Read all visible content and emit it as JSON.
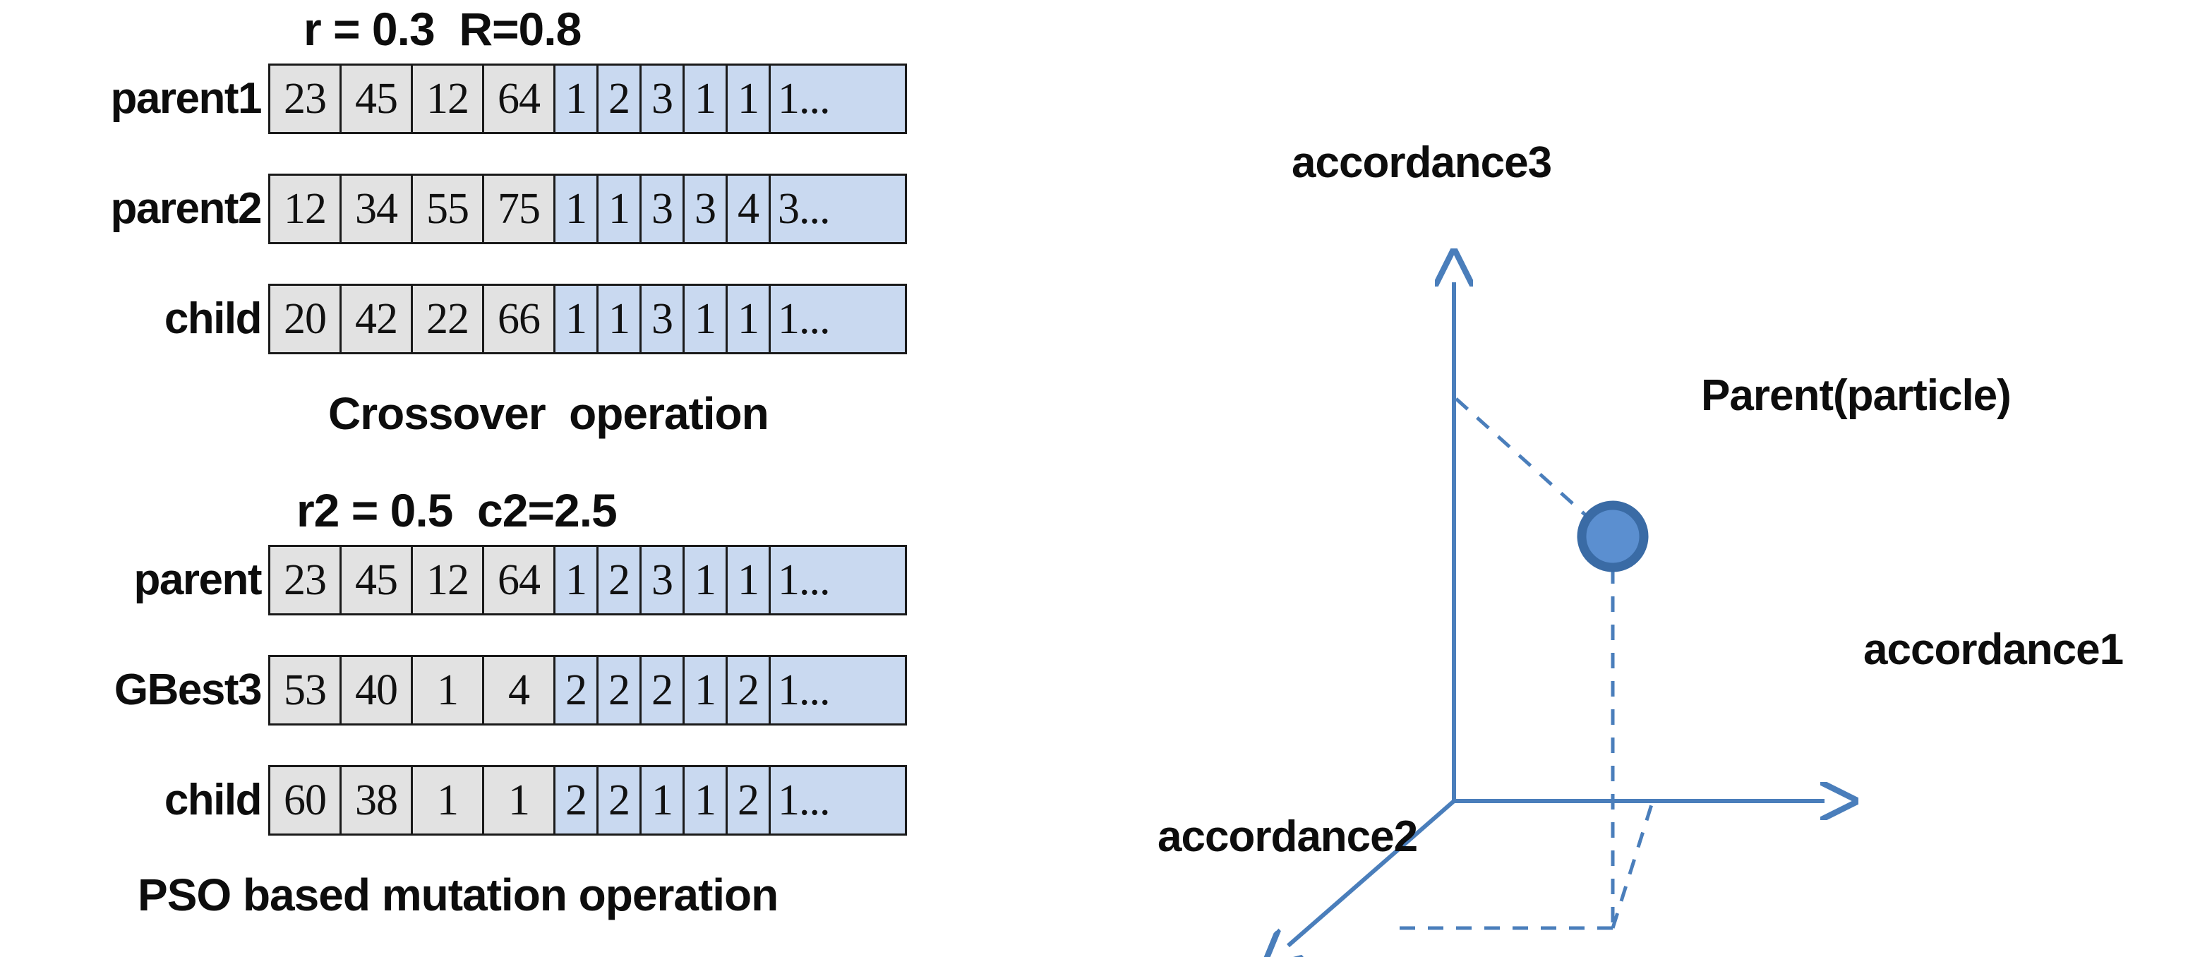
{
  "crossover": {
    "params": "r = 0.3  R=0.8",
    "caption": "Crossover  operation",
    "rows": [
      {
        "label": "parent1",
        "cells": [
          {
            "v": "23",
            "z": "gray",
            "w": "w2"
          },
          {
            "v": "45",
            "z": "gray",
            "w": "w2"
          },
          {
            "v": "12",
            "z": "gray",
            "w": "w2"
          },
          {
            "v": "64",
            "z": "gray",
            "w": "w2"
          },
          {
            "v": "1",
            "z": "blue",
            "w": "w1"
          },
          {
            "v": "2",
            "z": "blue",
            "w": "w1"
          },
          {
            "v": "3",
            "z": "blue",
            "w": "w1"
          },
          {
            "v": "1",
            "z": "blue",
            "w": "w1"
          },
          {
            "v": "1",
            "z": "blue",
            "w": "w1"
          },
          {
            "v": "1...",
            "z": "blue",
            "w": "wlast"
          }
        ]
      },
      {
        "label": "parent2",
        "cells": [
          {
            "v": "12",
            "z": "gray",
            "w": "w2"
          },
          {
            "v": "34",
            "z": "gray",
            "w": "w2"
          },
          {
            "v": "55",
            "z": "gray",
            "w": "w2"
          },
          {
            "v": "75",
            "z": "gray",
            "w": "w2"
          },
          {
            "v": "1",
            "z": "blue",
            "w": "w1"
          },
          {
            "v": "1",
            "z": "blue",
            "w": "w1"
          },
          {
            "v": "3",
            "z": "blue",
            "w": "w1"
          },
          {
            "v": "3",
            "z": "blue",
            "w": "w1"
          },
          {
            "v": "4",
            "z": "blue",
            "w": "w1"
          },
          {
            "v": "3...",
            "z": "blue",
            "w": "wlast"
          }
        ]
      },
      {
        "label": "child",
        "cells": [
          {
            "v": "20",
            "z": "gray",
            "w": "w2"
          },
          {
            "v": "42",
            "z": "gray",
            "w": "w2"
          },
          {
            "v": "22",
            "z": "gray",
            "w": "w2"
          },
          {
            "v": "66",
            "z": "gray",
            "w": "w2"
          },
          {
            "v": "1",
            "z": "blue",
            "w": "w1"
          },
          {
            "v": "1",
            "z": "blue",
            "w": "w1"
          },
          {
            "v": "3",
            "z": "blue",
            "w": "w1"
          },
          {
            "v": "1",
            "z": "blue",
            "w": "w1"
          },
          {
            "v": "1",
            "z": "blue",
            "w": "w1"
          },
          {
            "v": "1...",
            "z": "blue",
            "w": "wlast"
          }
        ]
      }
    ]
  },
  "pso": {
    "params": "r2 = 0.5  c2=2.5",
    "caption": "PSO based mutation operation",
    "rows": [
      {
        "label": "parent",
        "cells": [
          {
            "v": "23",
            "z": "gray",
            "w": "w2"
          },
          {
            "v": "45",
            "z": "gray",
            "w": "w2"
          },
          {
            "v": "12",
            "z": "gray",
            "w": "w2"
          },
          {
            "v": "64",
            "z": "gray",
            "w": "w2"
          },
          {
            "v": "1",
            "z": "blue",
            "w": "w1"
          },
          {
            "v": "2",
            "z": "blue",
            "w": "w1"
          },
          {
            "v": "3",
            "z": "blue",
            "w": "w1"
          },
          {
            "v": "1",
            "z": "blue",
            "w": "w1"
          },
          {
            "v": "1",
            "z": "blue",
            "w": "w1"
          },
          {
            "v": "1...",
            "z": "blue",
            "w": "wlast"
          }
        ]
      },
      {
        "label": "GBest3",
        "cells": [
          {
            "v": "53",
            "z": "gray",
            "w": "w2"
          },
          {
            "v": "40",
            "z": "gray",
            "w": "w2"
          },
          {
            "v": "1",
            "z": "gray",
            "w": "w2"
          },
          {
            "v": "4",
            "z": "gray",
            "w": "w2"
          },
          {
            "v": "2",
            "z": "blue",
            "w": "w1"
          },
          {
            "v": "2",
            "z": "blue",
            "w": "w1"
          },
          {
            "v": "2",
            "z": "blue",
            "w": "w1"
          },
          {
            "v": "1",
            "z": "blue",
            "w": "w1"
          },
          {
            "v": "2",
            "z": "blue",
            "w": "w1"
          },
          {
            "v": "1...",
            "z": "blue",
            "w": "wlast"
          }
        ]
      },
      {
        "label": "child",
        "cells": [
          {
            "v": "60",
            "z": "gray",
            "w": "w2"
          },
          {
            "v": "38",
            "z": "gray",
            "w": "w2"
          },
          {
            "v": "1",
            "z": "gray",
            "w": "w2"
          },
          {
            "v": "1",
            "z": "gray",
            "w": "w2"
          },
          {
            "v": "2",
            "z": "blue",
            "w": "w1"
          },
          {
            "v": "2",
            "z": "blue",
            "w": "w1"
          },
          {
            "v": "1",
            "z": "blue",
            "w": "w1"
          },
          {
            "v": "1",
            "z": "blue",
            "w": "w1"
          },
          {
            "v": "2",
            "z": "blue",
            "w": "w1"
          },
          {
            "v": "1...",
            "z": "blue",
            "w": "wlast"
          }
        ]
      }
    ]
  },
  "axes3d": {
    "axis1_label": "accordance1",
    "axis2_label": "accordance2",
    "axis3_label": "accordance3",
    "point_label": "Parent(particle)",
    "axis_color": "#4a7ebb",
    "point_fill": "#5b8fd0",
    "point_stroke": "#3a6ba5"
  },
  "colors": {
    "gray_cell": "#e2e2e2",
    "blue_cell": "#c9d9f0",
    "cell_border": "#1a1a1a",
    "text": "#0d0d0d"
  }
}
